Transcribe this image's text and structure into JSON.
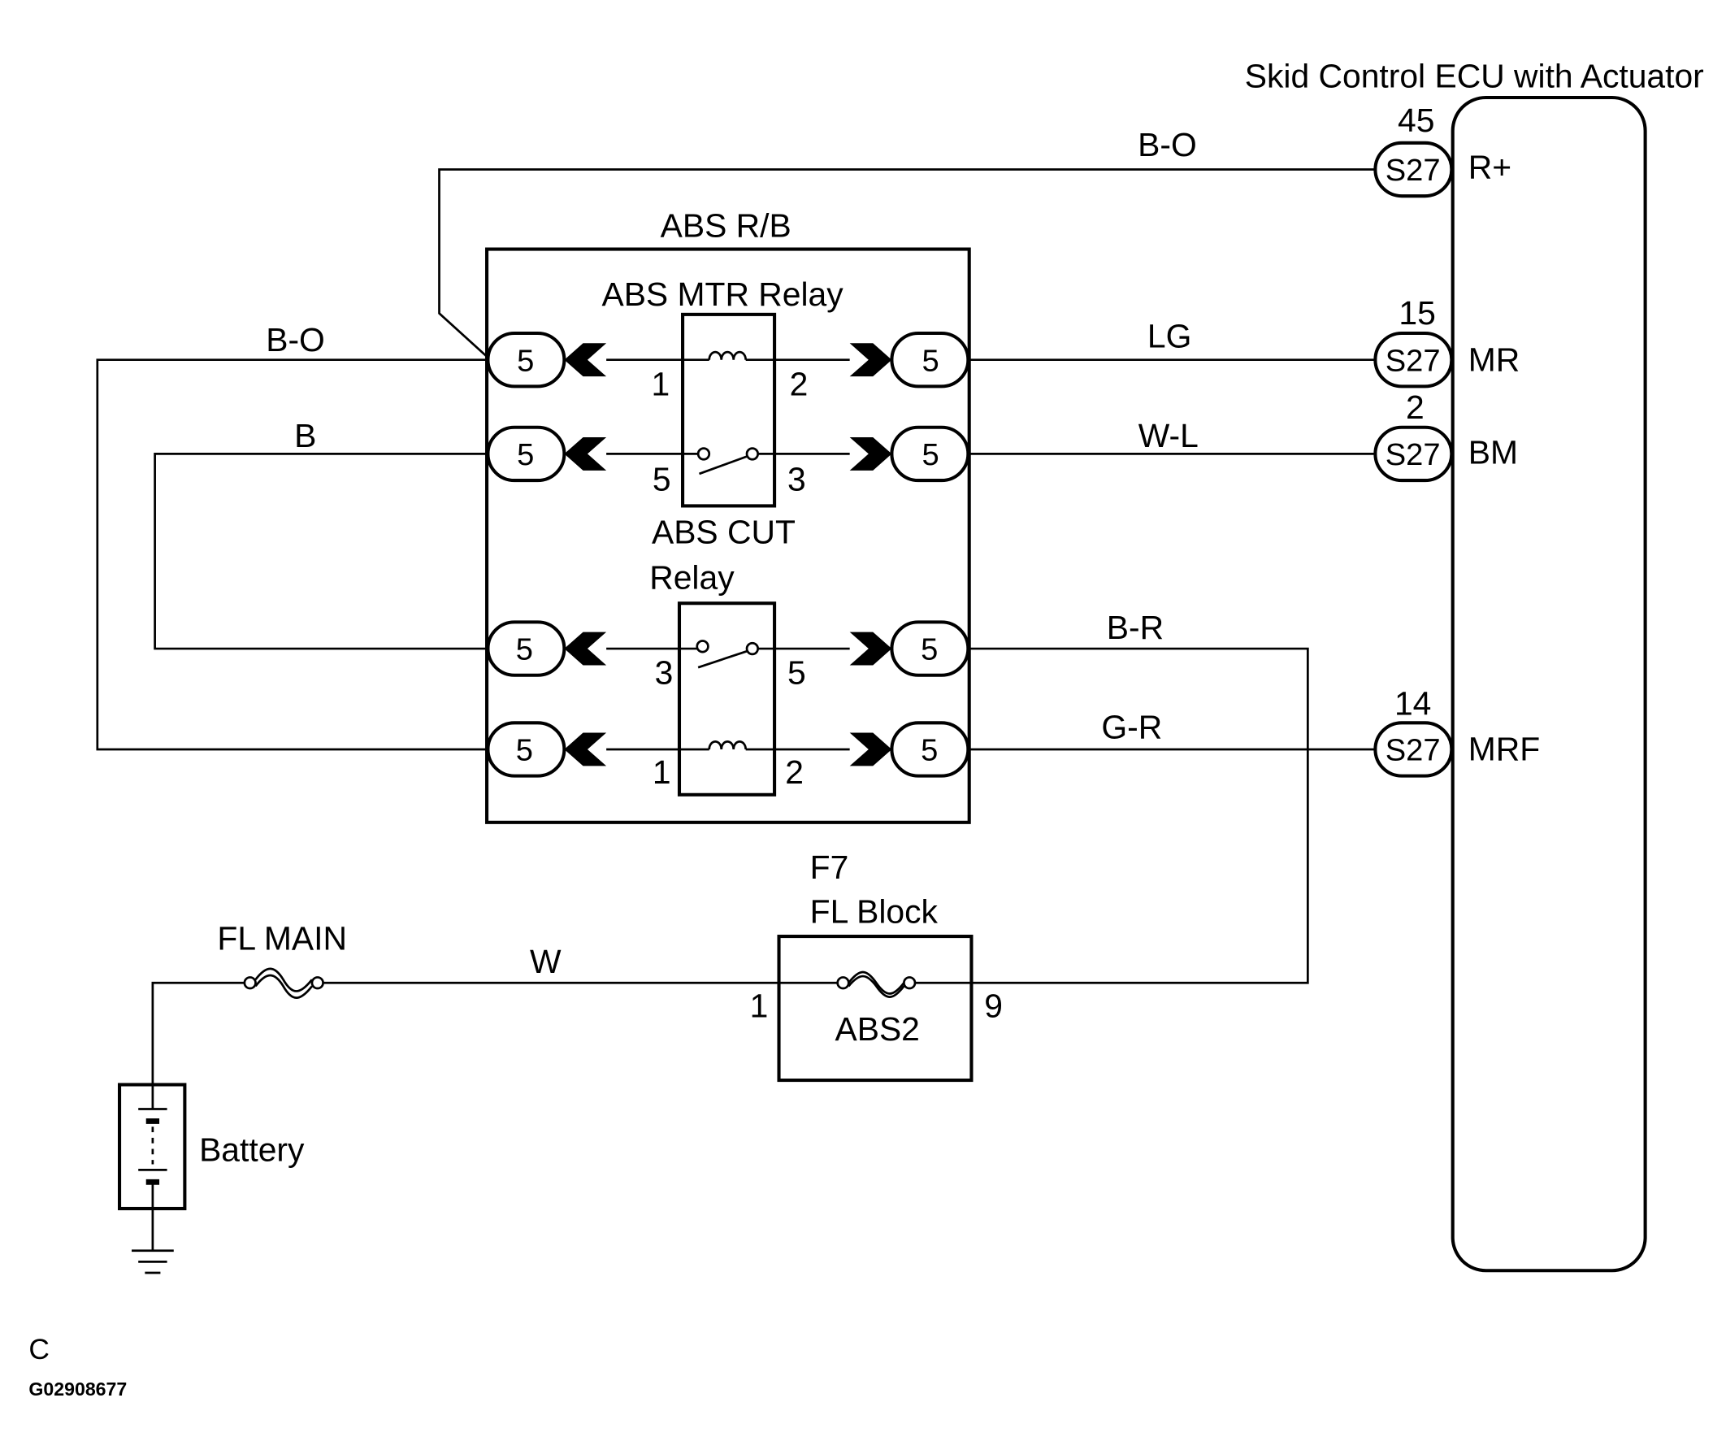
{
  "ecu": {
    "title": "Skid Control ECU with Actuator",
    "pins": [
      {
        "number": "45",
        "connector": "S27",
        "terminal": "R+"
      },
      {
        "number": "15",
        "connector": "S27",
        "terminal": "MR"
      },
      {
        "number": "2",
        "connector": "S27",
        "terminal": "BM"
      },
      {
        "number": "14",
        "connector": "S27",
        "terminal": "MRF"
      }
    ]
  },
  "relay_block": {
    "title": "ABS R/B",
    "connector_number": "5",
    "mtr_relay": {
      "title": "ABS MTR Relay",
      "coil_pins": [
        "1",
        "2"
      ],
      "switch_pins": [
        "5",
        "3"
      ]
    },
    "cut_relay": {
      "title_line1": "ABS CUT",
      "title_line2": "Relay",
      "switch_pins": [
        "3",
        "5"
      ],
      "coil_pins": [
        "1",
        "2"
      ]
    }
  },
  "wires": {
    "ecu_r_plus": "B-O",
    "mtr_coil_in": "B-O",
    "mtr_switch_in": "B",
    "mtr_coil_out": "LG",
    "mtr_switch_out": "W-L",
    "cut_switch_out": "B-R",
    "cut_coil_out": "G-R",
    "battery_feed": "W"
  },
  "fl_block": {
    "connector": "F7",
    "title": "FL Block",
    "fuse": "ABS2",
    "pin_in": "1",
    "pin_out": "9"
  },
  "fl_main": {
    "label": "FL MAIN"
  },
  "battery": {
    "label": "Battery"
  },
  "footer": {
    "section": "C",
    "figure_id": "G02908677"
  }
}
